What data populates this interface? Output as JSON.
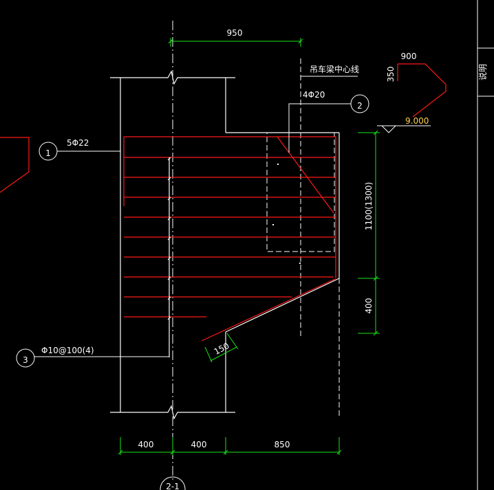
{
  "drawing": {
    "colors": {
      "background": "#000000",
      "outline": "#ffffff",
      "rebar": "#ff1a1a",
      "dimension": "#19e619",
      "hidden_line": "#ffffff"
    },
    "dimensions": {
      "top_span": "950",
      "bottom_left": "400",
      "bottom_mid": "400",
      "bottom_right": "850",
      "right_upper": "1100(1300)",
      "right_lower": "400",
      "chamfer": "150"
    },
    "annotations": {
      "crane_beam_centerline": "吊车梁中心线",
      "rebar_4": "4Φ20",
      "rebar_5": "5Φ22",
      "stirrup": "Φ10@100(4)",
      "elevation_value": "9.000",
      "detail_width": "900",
      "detail_height": "350"
    },
    "callouts": {
      "c1": "1",
      "c2": "2",
      "c3": "3",
      "axis": "2-1"
    },
    "side_label": "说明"
  }
}
